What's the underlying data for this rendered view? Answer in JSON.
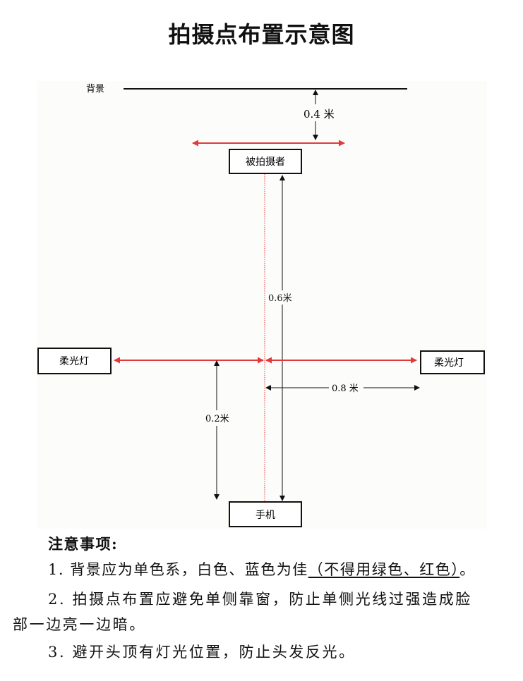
{
  "title": "拍摄点布置示意图",
  "diagram": {
    "background_label": "背景",
    "subject_label": "被拍摄者",
    "light_left_label": "柔光灯",
    "light_right_label": "柔光灯",
    "phone_label": "手机",
    "dist_background": "0.4 米",
    "dist_subject_phone": "0.6米",
    "dist_light_phone": "0.2米",
    "dist_light_center": "0.8 米",
    "colors": {
      "red": "#e23a3a",
      "black": "#111111",
      "canvas": "#fcfcfa"
    }
  },
  "notes": {
    "heading": "注意事项:",
    "item1_text": "1. 背景应为单色系，白色、蓝色为佳",
    "item1_underlined": "（不得用绿色、红色）",
    "item1_end": "。",
    "item2_line1": "2. 拍摄点布置应避免单侧靠窗，防止单侧光线过强造成脸",
    "item2_line2": "部一边亮一边暗。",
    "item3_text": "3. 避开头顶有灯光位置，防止头发反光。"
  }
}
